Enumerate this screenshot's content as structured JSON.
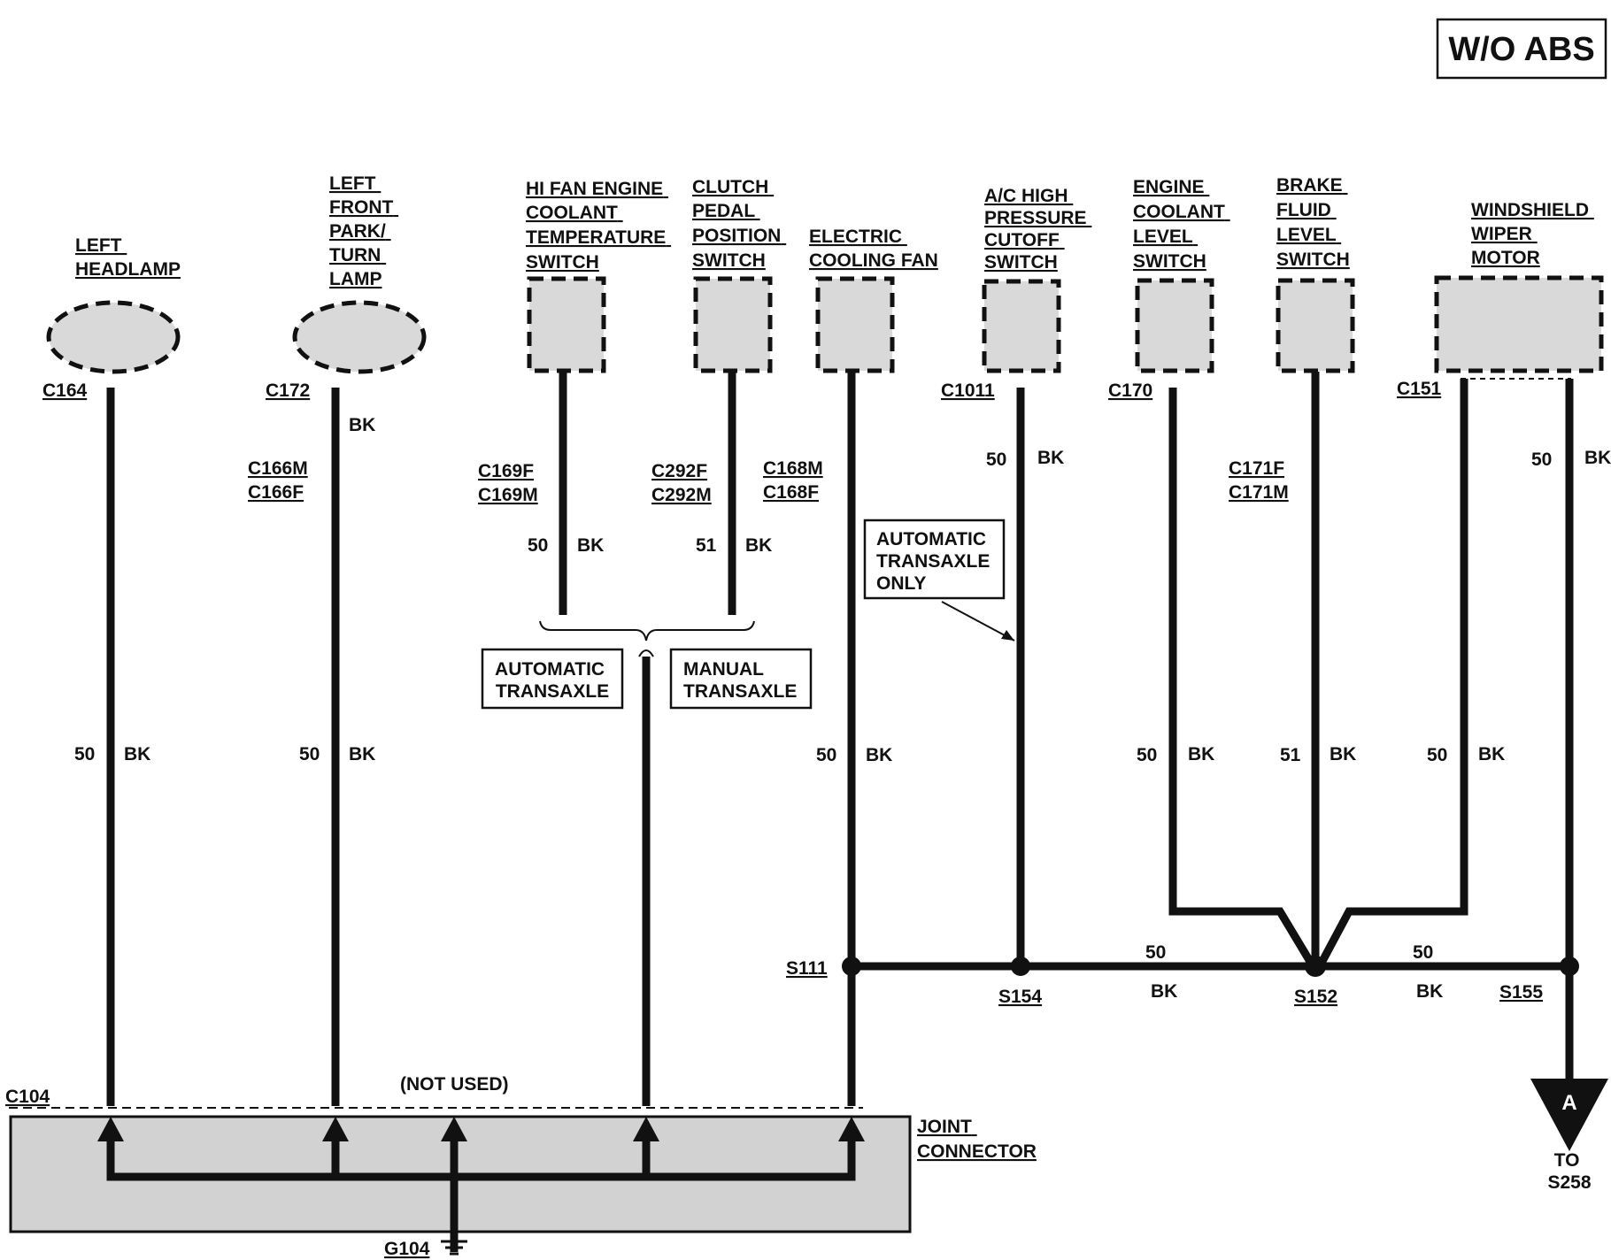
{
  "title_box": "W/O ABS",
  "components": {
    "left_headlamp": [
      "LEFT",
      "HEADLAMP"
    ],
    "left_front_lamp": [
      "LEFT",
      "FRONT",
      "PARK/",
      "TURN",
      "LAMP"
    ],
    "hi_fan_switch": [
      "HI FAN ENGINE",
      "COOLANT",
      "TEMPERATURE",
      "SWITCH"
    ],
    "clutch_switch": [
      "CLUTCH",
      "PEDAL",
      "POSITION",
      "SWITCH"
    ],
    "cooling_fan": [
      "ELECTRIC",
      "COOLING FAN"
    ],
    "ac_switch": [
      "A/C HIGH",
      "PRESSURE",
      "CUTOFF",
      "SWITCH"
    ],
    "coolant_level_switch": [
      "ENGINE",
      "COOLANT",
      "LEVEL",
      "SWITCH"
    ],
    "brake_fluid_switch": [
      "BRAKE",
      "FLUID",
      "LEVEL",
      "SWITCH"
    ],
    "wiper_motor": [
      "WINDSHIELD",
      "WIPER",
      "MOTOR"
    ],
    "joint_connector": [
      "JOINT",
      "CONNECTOR"
    ]
  },
  "connectors": {
    "c164": "C164",
    "c172": "C172",
    "c166m": "C166M",
    "c166f": "C166F",
    "c169f": "C169F",
    "c169m": "C169M",
    "c292f": "C292F",
    "c292m": "C292M",
    "c168m": "C168M",
    "c168f": "C168F",
    "c1011": "C1011",
    "c170": "C170",
    "c171f": "C171F",
    "c171m": "C171M",
    "c151": "C151",
    "c104": "C104",
    "g104": "G104"
  },
  "splices": {
    "s111": "S111",
    "s154": "S154",
    "s152": "S152",
    "s155": "S155"
  },
  "wire": {
    "c50": "50",
    "c51": "51",
    "color": "BK"
  },
  "notes": {
    "auto_transaxle_only": [
      "AUTOMATIC",
      "TRANSAXLE",
      "ONLY"
    ],
    "auto_transaxle": [
      "AUTOMATIC",
      "TRANSAXLE"
    ],
    "manual_transaxle": [
      "MANUAL",
      "TRANSAXLE"
    ],
    "not_used": "(NOT USED)"
  },
  "offpage": {
    "letter": "A",
    "to": "TO",
    "dest": "S258"
  }
}
